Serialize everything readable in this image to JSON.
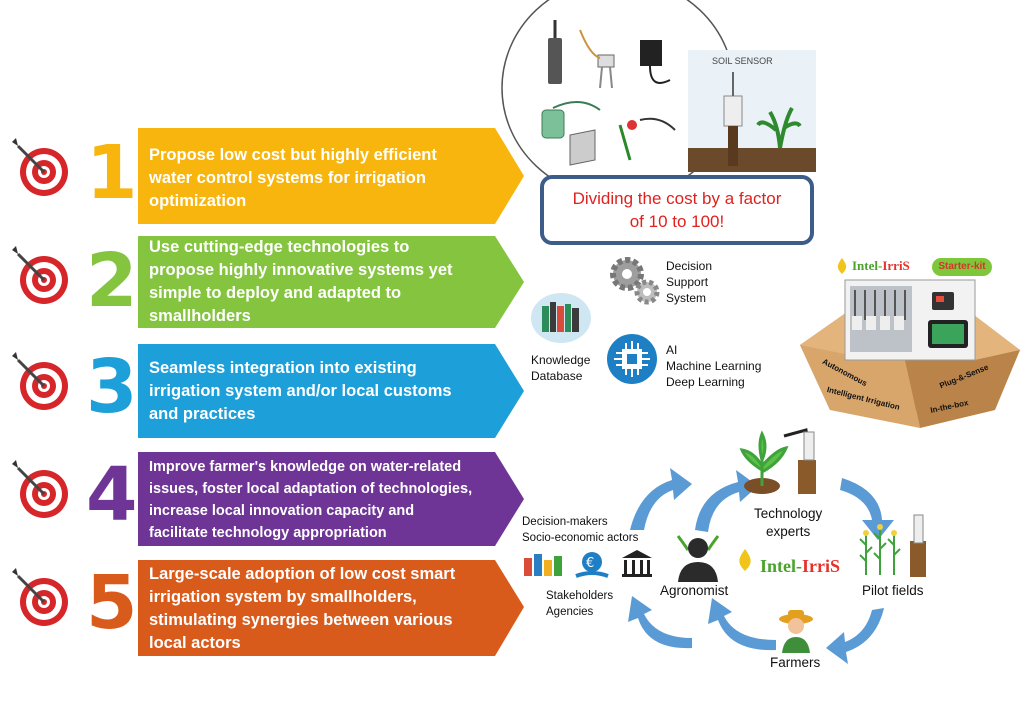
{
  "goals": [
    {
      "number": "1",
      "text_lines": [
        "Propose low cost but highly efficient",
        "water control systems for irrigation",
        "optimization"
      ],
      "color": "#f7b50e",
      "num_color": "#f7b50e"
    },
    {
      "number": "2",
      "text_lines": [
        "Use  cutting-edge technologies to",
        "propose highly innovative systems yet",
        "simple to deploy and adapted to",
        "smallholders"
      ],
      "color": "#84c43e",
      "num_color": "#84c43e"
    },
    {
      "number": "3",
      "text_lines": [
        "Seamless integration into existing",
        "irrigation system and/or local customs",
        "and practices"
      ],
      "color": "#1d9fd9",
      "num_color": "#1d9fd9"
    },
    {
      "number": "4",
      "text_lines": [
        "Improve farmer's  knowledge on water-related",
        "issues, foster local adaptation of technologies,",
        "increase local innovation capacity and",
        "facilitate technology appropriation"
      ],
      "color": "#6f3596",
      "num_color": "#6f3596"
    },
    {
      "number": "5",
      "text_lines": [
        "Large-scale adoption of low cost smart",
        "irrigation system by smallholders,",
        "stimulating synergies between various",
        "local actors"
      ],
      "color": "#d95b1c",
      "num_color": "#d95b1c"
    }
  ],
  "cost_box": {
    "line1": "Dividing the cost by a factor",
    "line2": "of 10 to 100!"
  },
  "soil_sensor_label": "SOIL SENSOR",
  "tech": {
    "decision": [
      "Decision",
      "Support",
      "System"
    ],
    "knowledge": [
      "Knowledge",
      "Database"
    ],
    "ai": [
      "AI",
      "Machine Learning",
      "Deep Learning"
    ]
  },
  "kit": {
    "brand": "Intel-IrriS",
    "starter": "Starter-kit",
    "box_labels": [
      "Autonomous",
      "Plug-&-Sense",
      "Intelligent Irrigation",
      "In-the-box"
    ]
  },
  "cycle": {
    "technology_experts": [
      "Technology",
      "experts"
    ],
    "pilot_fields": "Pilot fields",
    "farmers": "Farmers",
    "agronomist": "Agronomist",
    "brand": "Intel-IrriS",
    "decision_makers": [
      "Decision-makers",
      "Socio-economic actors"
    ],
    "stakeholders": [
      "Stakeholders",
      "Agencies"
    ]
  },
  "colors": {
    "cycle_arrow": "#5b9bd5",
    "brand_green": "#4aa32b",
    "brand_red": "#e8312b"
  }
}
